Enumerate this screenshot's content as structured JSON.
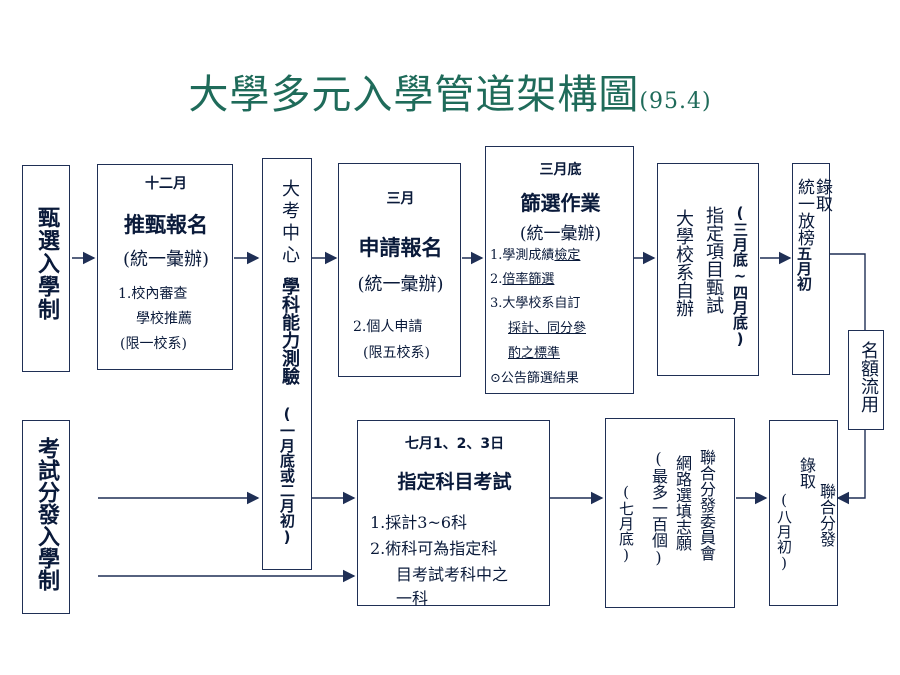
{
  "title": "大學多元入學管道架構圖",
  "title_suffix": "(95.4)",
  "tracks": {
    "selection": "甄選入學制",
    "exam": "考試分發入學制"
  },
  "ceec": {
    "label": "大考中心",
    "exam": "學科能力測驗",
    "date": "(一月底或二月初)"
  },
  "recommend": {
    "month": "十二月",
    "heading": "推甄報名",
    "sub": "(統一彙辦)",
    "line1": "1.校內審查",
    "line2": "學校推薦",
    "line3": "(限一校系)"
  },
  "apply": {
    "month": "三月",
    "heading": "申請報名",
    "sub": "(統一彙辦)",
    "line1": "2.個人申請",
    "line2": "(限五校系)"
  },
  "screen": {
    "month": "三月底",
    "heading": "篩選作業",
    "sub": "(統一彙辦)",
    "item1_pre": "1.學測成績",
    "item1_u": "檢定",
    "item2_pre": "2.",
    "item2_u": "倍率篩選",
    "item3_line1": "3.大學校系自訂",
    "item3_line2": "採計、同分參",
    "item3_line3": "酌之標準",
    "item4": "⊙公告篩選結果"
  },
  "univ": {
    "col_left": "大學校系自辦",
    "col_mid": "指定項目甄試",
    "col_right": "(三月底~四月底)"
  },
  "admit1": {
    "col_left": "錄取",
    "col_right_a": "統一放榜",
    "col_right_b": "五月初"
  },
  "quota": "名額流用",
  "designated": {
    "date": "七月1、2、3日",
    "heading": "指定科目考試",
    "line1": "1.採計3~6科",
    "line2": "2.術科可為指定科",
    "line3": "目考試考科中之",
    "line4": "一科"
  },
  "committee": {
    "col1": "聯合分發委員會",
    "col2": "網路選填志願",
    "col3": "(最多一百個)",
    "col4": "(七月底)"
  },
  "admit2": {
    "col1": "聯合分發",
    "col2": "錄取",
    "col3": "(八月初)"
  }
}
